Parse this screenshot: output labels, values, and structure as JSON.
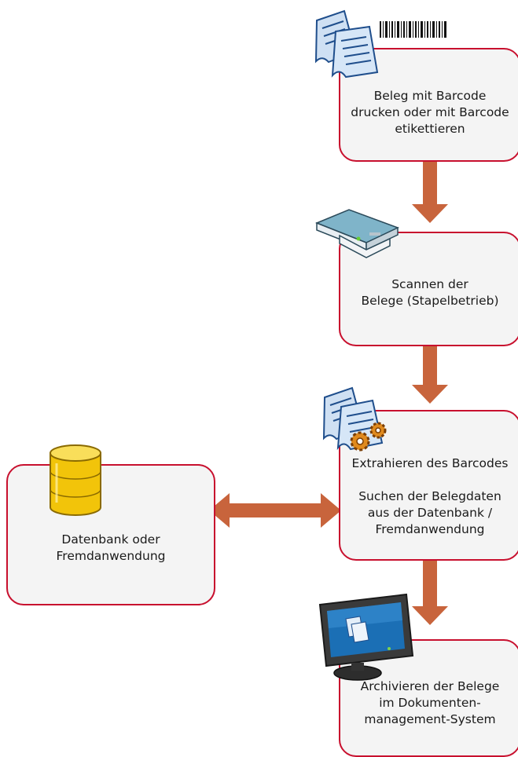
{
  "steps": [
    {
      "id": "print",
      "lines": [
        "Beleg mit Barcode",
        "drucken oder mit Barcode",
        "etikettieren"
      ]
    },
    {
      "id": "scan",
      "lines": [
        "Scannen der",
        "Belege (Stapelbetrieb)"
      ]
    },
    {
      "id": "extract",
      "lines_a": [
        "Extrahieren des Barcodes"
      ],
      "lines_b": [
        "Suchen der Belegdaten",
        "aus der Datenbank /",
        "Fremdanwendung"
      ]
    },
    {
      "id": "archive",
      "lines": [
        "Archivieren der Belege",
        "im Dokumenten-",
        "management-System"
      ]
    }
  ],
  "database": {
    "lines": [
      "Datenbank oder",
      "Fremdanwendung"
    ]
  },
  "colors": {
    "box_border": "#c8102e",
    "box_fill": "#f4f4f4",
    "arrow": "#c8643c",
    "doc_fill": "#cfe0f3",
    "doc_stroke": "#1f4e8c",
    "db_fill": "#f2c40a",
    "gear": "#e08a1e"
  },
  "icons": [
    "documents-barcode-icon",
    "scanner-icon",
    "documents-gears-icon",
    "database-icon",
    "monitor-icon"
  ]
}
